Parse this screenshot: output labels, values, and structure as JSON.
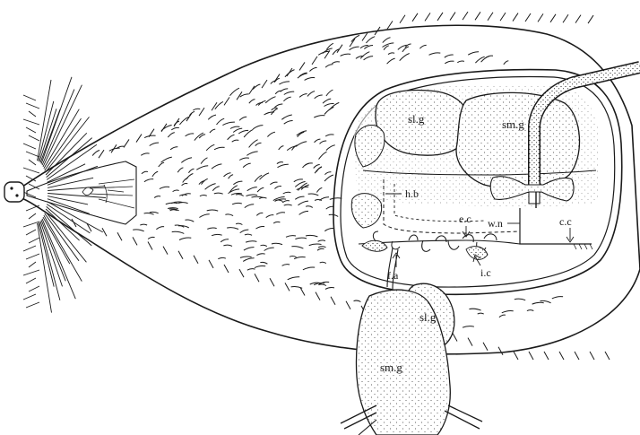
{
  "figure": {
    "labels": {
      "sl_g_inner": "sl.g",
      "sm_g_inner": "sm.g",
      "h_b": "h.b",
      "e_c": "e.c",
      "w_n": "w.n",
      "c_c": "c.c",
      "f_a": "f.a",
      "i_c": "i.c",
      "sl_g_outer": "sl.g",
      "sm_g_outer": "sm.g"
    },
    "colors": {
      "ink": "#1a1a1a",
      "paper": "#ffffff"
    }
  }
}
